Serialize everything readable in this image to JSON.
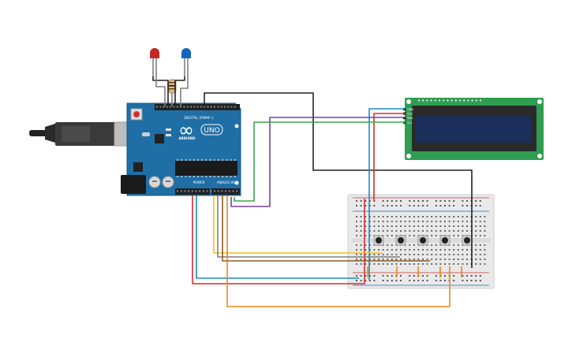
{
  "arduino": {
    "logo_symbol": "∞",
    "brand_text": "ARDUINO",
    "model_text": "UNO",
    "digital_header_label": "DIGITAL (PWM~)",
    "power_label": "POWER",
    "analog_label": "ANALOG IN",
    "board_color": "#1f6fa6",
    "header_color": "#222222"
  },
  "leds": [
    {
      "name": "red-led",
      "color": "#c62828"
    },
    {
      "name": "blue-led",
      "color": "#1565c0"
    }
  ],
  "lcd": {
    "pins": [
      "GND",
      "VCC",
      "SDA",
      "SCL"
    ],
    "pcb_color": "#2e9d4f",
    "screen_color": "#1b2f5a"
  },
  "breadboard": {
    "button_count": 5
  },
  "wire_colors": {
    "red": "#d32f2f",
    "black": "#222222",
    "blue": "#1e88c8",
    "green": "#3aa84a",
    "purple": "#7b3fa0",
    "yellow": "#f2c21b",
    "orange": "#e8891c",
    "brown": "#8a5a2b",
    "gray": "#7f7f7f"
  }
}
